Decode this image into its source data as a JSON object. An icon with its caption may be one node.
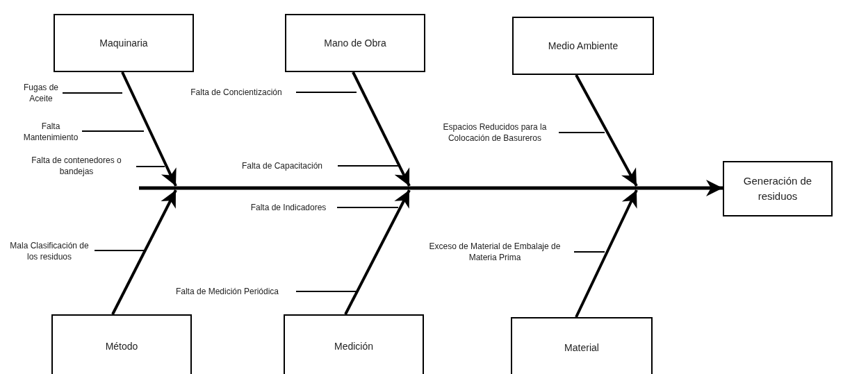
{
  "diagram": {
    "nodes": [
      {
        "text": [
          "Maquinaria"
        ]
      },
      {
        "text": [
          "Mano de Obra"
        ]
      },
      {
        "text": [
          "Medio Ambiente"
        ]
      },
      {
        "text": [
          "Generación de residuos"
        ]
      },
      {
        "text": [
          "Método"
        ]
      },
      {
        "text": [
          "Medición"
        ]
      },
      {
        "text": [
          "Material"
        ]
      },
      {
        "text": [
          "Fugas de Aceite"
        ]
      },
      {
        "text": [
          "Falta Mantenimiento"
        ]
      },
      {
        "text": [
          "Falta de contenedores o bandejas"
        ]
      },
      {
        "text": [
          "Mala Clasificación de los residuos"
        ]
      },
      {
        "text": [
          "Falta de Concientización"
        ]
      },
      {
        "text": [
          "Falta de Capacitación"
        ]
      },
      {
        "text": [
          "Falta de Indicadores"
        ]
      },
      {
        "text": [
          "Falta de Medición Periódica"
        ]
      },
      {
        "text": [
          "Espacios Reducidos para la Colocación de Basureros"
        ]
      },
      {
        "text": [
          "Exceso de Material de Embalaje de Materia Prima"
        ]
      }
    ],
    "edges": [
      {
        "from": 0,
        "to": null,
        "arrow": "to",
        "style": "thick"
      },
      {
        "from": 1,
        "to": null,
        "arrow": "to",
        "style": "thick"
      },
      {
        "from": 2,
        "to": null,
        "arrow": "to",
        "style": "thick"
      },
      {
        "from": 4,
        "to": null,
        "arrow": "to",
        "style": "thick"
      },
      {
        "from": 5,
        "to": null,
        "arrow": "to",
        "style": "thick"
      },
      {
        "from": 6,
        "to": null,
        "arrow": "to",
        "style": "thick"
      },
      {
        "from": null,
        "to": 3,
        "arrow": "to",
        "style": "thick"
      },
      {
        "from": 7,
        "to": null,
        "arrow": "none"
      },
      {
        "from": 8,
        "to": null,
        "arrow": "none"
      },
      {
        "from": 9,
        "to": null,
        "arrow": "none"
      },
      {
        "from": 10,
        "to": null,
        "arrow": "none"
      },
      {
        "from": 11,
        "to": null,
        "arrow": "none"
      },
      {
        "from": 12,
        "to": null,
        "arrow": "none"
      },
      {
        "from": 13,
        "to": null,
        "arrow": "none"
      },
      {
        "from": 14,
        "to": null,
        "arrow": "none"
      },
      {
        "from": 15,
        "to": null,
        "arrow": "none"
      },
      {
        "from": 16,
        "to": null,
        "arrow": "none"
      }
    ]
  }
}
